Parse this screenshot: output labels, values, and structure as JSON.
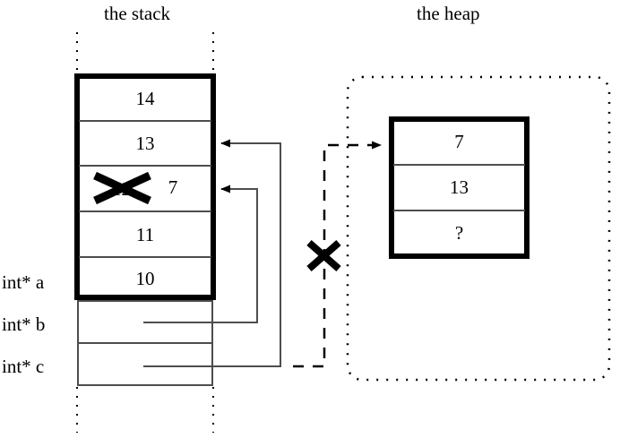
{
  "titles": {
    "stack": "the stack",
    "heap": "the heap"
  },
  "stack": {
    "cells": [
      {
        "value": "14",
        "struck_value": "",
        "pointed_by": ""
      },
      {
        "value": "13",
        "struck_value": "",
        "pointed_by": "arrow-b"
      },
      {
        "value": "7",
        "struck_value": "12",
        "pointed_by": "arrow-c"
      },
      {
        "value": "11",
        "struck_value": "",
        "pointed_by": ""
      },
      {
        "value": "10",
        "struck_value": "",
        "pointed_by": ""
      }
    ],
    "variables": [
      {
        "label": "int* a",
        "cell": "a-cell"
      },
      {
        "label": "int* b",
        "cell": "b-cell"
      },
      {
        "label": "int* c",
        "cell": "c-cell"
      }
    ]
  },
  "heap": {
    "cells": [
      {
        "value": "7"
      },
      {
        "value": "13"
      },
      {
        "value": "?"
      }
    ]
  },
  "marks": {
    "invalid_pointer_x": "✕",
    "struck_cell_x": "✕"
  },
  "colors": {
    "ink": "#000000",
    "line": "#4d4d4d",
    "background": "#ffffff"
  }
}
